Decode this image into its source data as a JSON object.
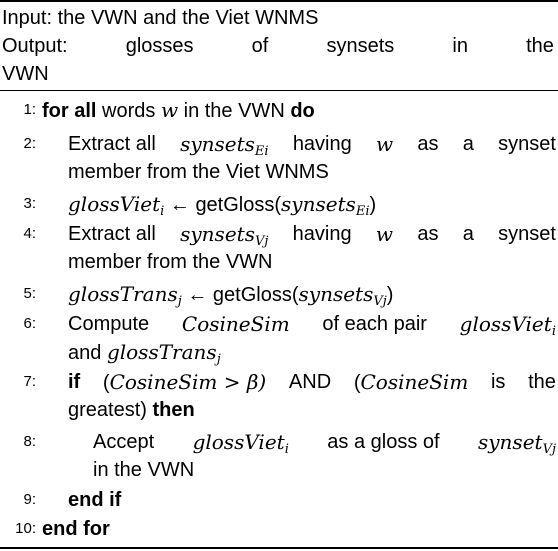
{
  "algorithm": {
    "input_line": "Input: the VWN and the Viet WNMS",
    "output_words": [
      "Output:",
      "glosses",
      "of",
      "synsets",
      "in",
      "the"
    ],
    "output_cont": "VWN",
    "steps": [
      {
        "num": "1:",
        "kw_for_all": "for all",
        "words": "words",
        "w": "w",
        "in_the_vwn": "in the VWN",
        "kw_do": "do"
      },
      {
        "num": "2:",
        "extract_all": "Extract all",
        "synsets": "synsets",
        "sub": "Ei",
        "having": "having",
        "w": "w",
        "rest": [
          "as",
          "a",
          "synset"
        ],
        "line2": "member from the Viet WNMS"
      },
      {
        "num": "3:",
        "gloss": "glossViet",
        "sub": "i",
        "arrow": "←",
        "fn": "getGloss(",
        "arg": "synsets",
        "arg_sub": "Ei",
        "close": ")"
      },
      {
        "num": "4:",
        "extract_all": "Extract all",
        "synsets": "synsets",
        "sub": "Vj",
        "having": "having",
        "w": "w",
        "rest": [
          "as",
          "a",
          "synset"
        ],
        "line2": "member from the VWN"
      },
      {
        "num": "5:",
        "gloss": "glossTrans",
        "sub": "j",
        "arrow": "←",
        "fn": "getGloss(",
        "arg": "synsets",
        "arg_sub": "Vj",
        "close": ")"
      },
      {
        "num": "6:",
        "compute": "Compute",
        "cos": "CosineSim",
        "of_pair": "of each pair",
        "gv": "glossViet",
        "gv_sub": "i",
        "and": "and",
        "gt": "glossTrans",
        "gt_sub": "j"
      },
      {
        "num": "7:",
        "kw_if": "if",
        "open": "(",
        "cos": "CosineSim",
        "gt_beta": " > β)",
        "and_word": "AND",
        "open2": "(",
        "cos2": "CosineSim",
        "is_the": [
          "is",
          "the"
        ],
        "line2_pre": "greatest)",
        "kw_then": "then"
      },
      {
        "num": "8:",
        "accept": "Accept",
        "gv": "glossViet",
        "gv_sub": "i",
        "as_gloss_of": "as a gloss of",
        "synset": "synset",
        "synset_sub": "Vj",
        "line2": "in the VWN"
      },
      {
        "num": "9:",
        "kw_end_if": "end if"
      },
      {
        "num": "10:",
        "kw_end_for": "end for"
      }
    ]
  }
}
